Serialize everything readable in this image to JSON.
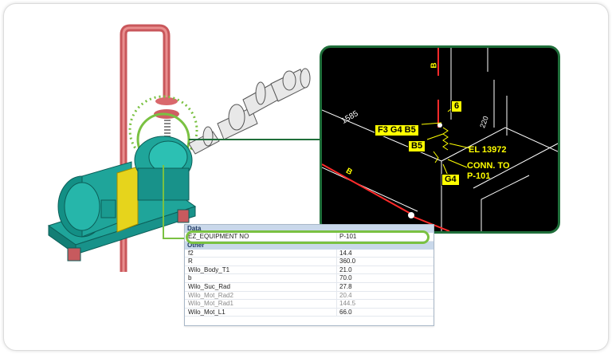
{
  "cad": {
    "tags": {
      "line_number": "6",
      "fitting_main": "F3 G4 B5",
      "fitting_b": "B5",
      "fitting_g": "G4"
    },
    "elevation": "EL 13972",
    "connection_line1": "CONN. TO",
    "connection_line2": "P-101",
    "dimension": "1585",
    "dim_right": "220",
    "bracket_a": "B",
    "bracket_b": "B"
  },
  "properties": {
    "categories": [
      "Data",
      "Other"
    ],
    "data_rows": [
      {
        "key": "EZ_EQUIPMENT NO",
        "value": "P-101"
      }
    ],
    "other_rows": [
      {
        "key": "f2",
        "value": "14.4"
      },
      {
        "key": "R",
        "value": "360.0"
      },
      {
        "key": "Wilo_Body_T1",
        "value": "21.0"
      },
      {
        "key": "b",
        "value": "70.0"
      },
      {
        "key": "Wilo_Suc_Rad",
        "value": "27.8"
      },
      {
        "key": "Wilo_Mot_Rad2",
        "value": "20.4"
      },
      {
        "key": "Wilo_Mot_Rad1",
        "value": "144.5"
      },
      {
        "key": "Wilo_Mot_L1",
        "value": "66.0"
      }
    ]
  },
  "colors": {
    "accent_green": "#7ac142",
    "frame_green": "#1f6e3a",
    "pipe_red": "#e06b6b",
    "pump_teal": "#1fa59a",
    "yellow": "#ffff00"
  }
}
